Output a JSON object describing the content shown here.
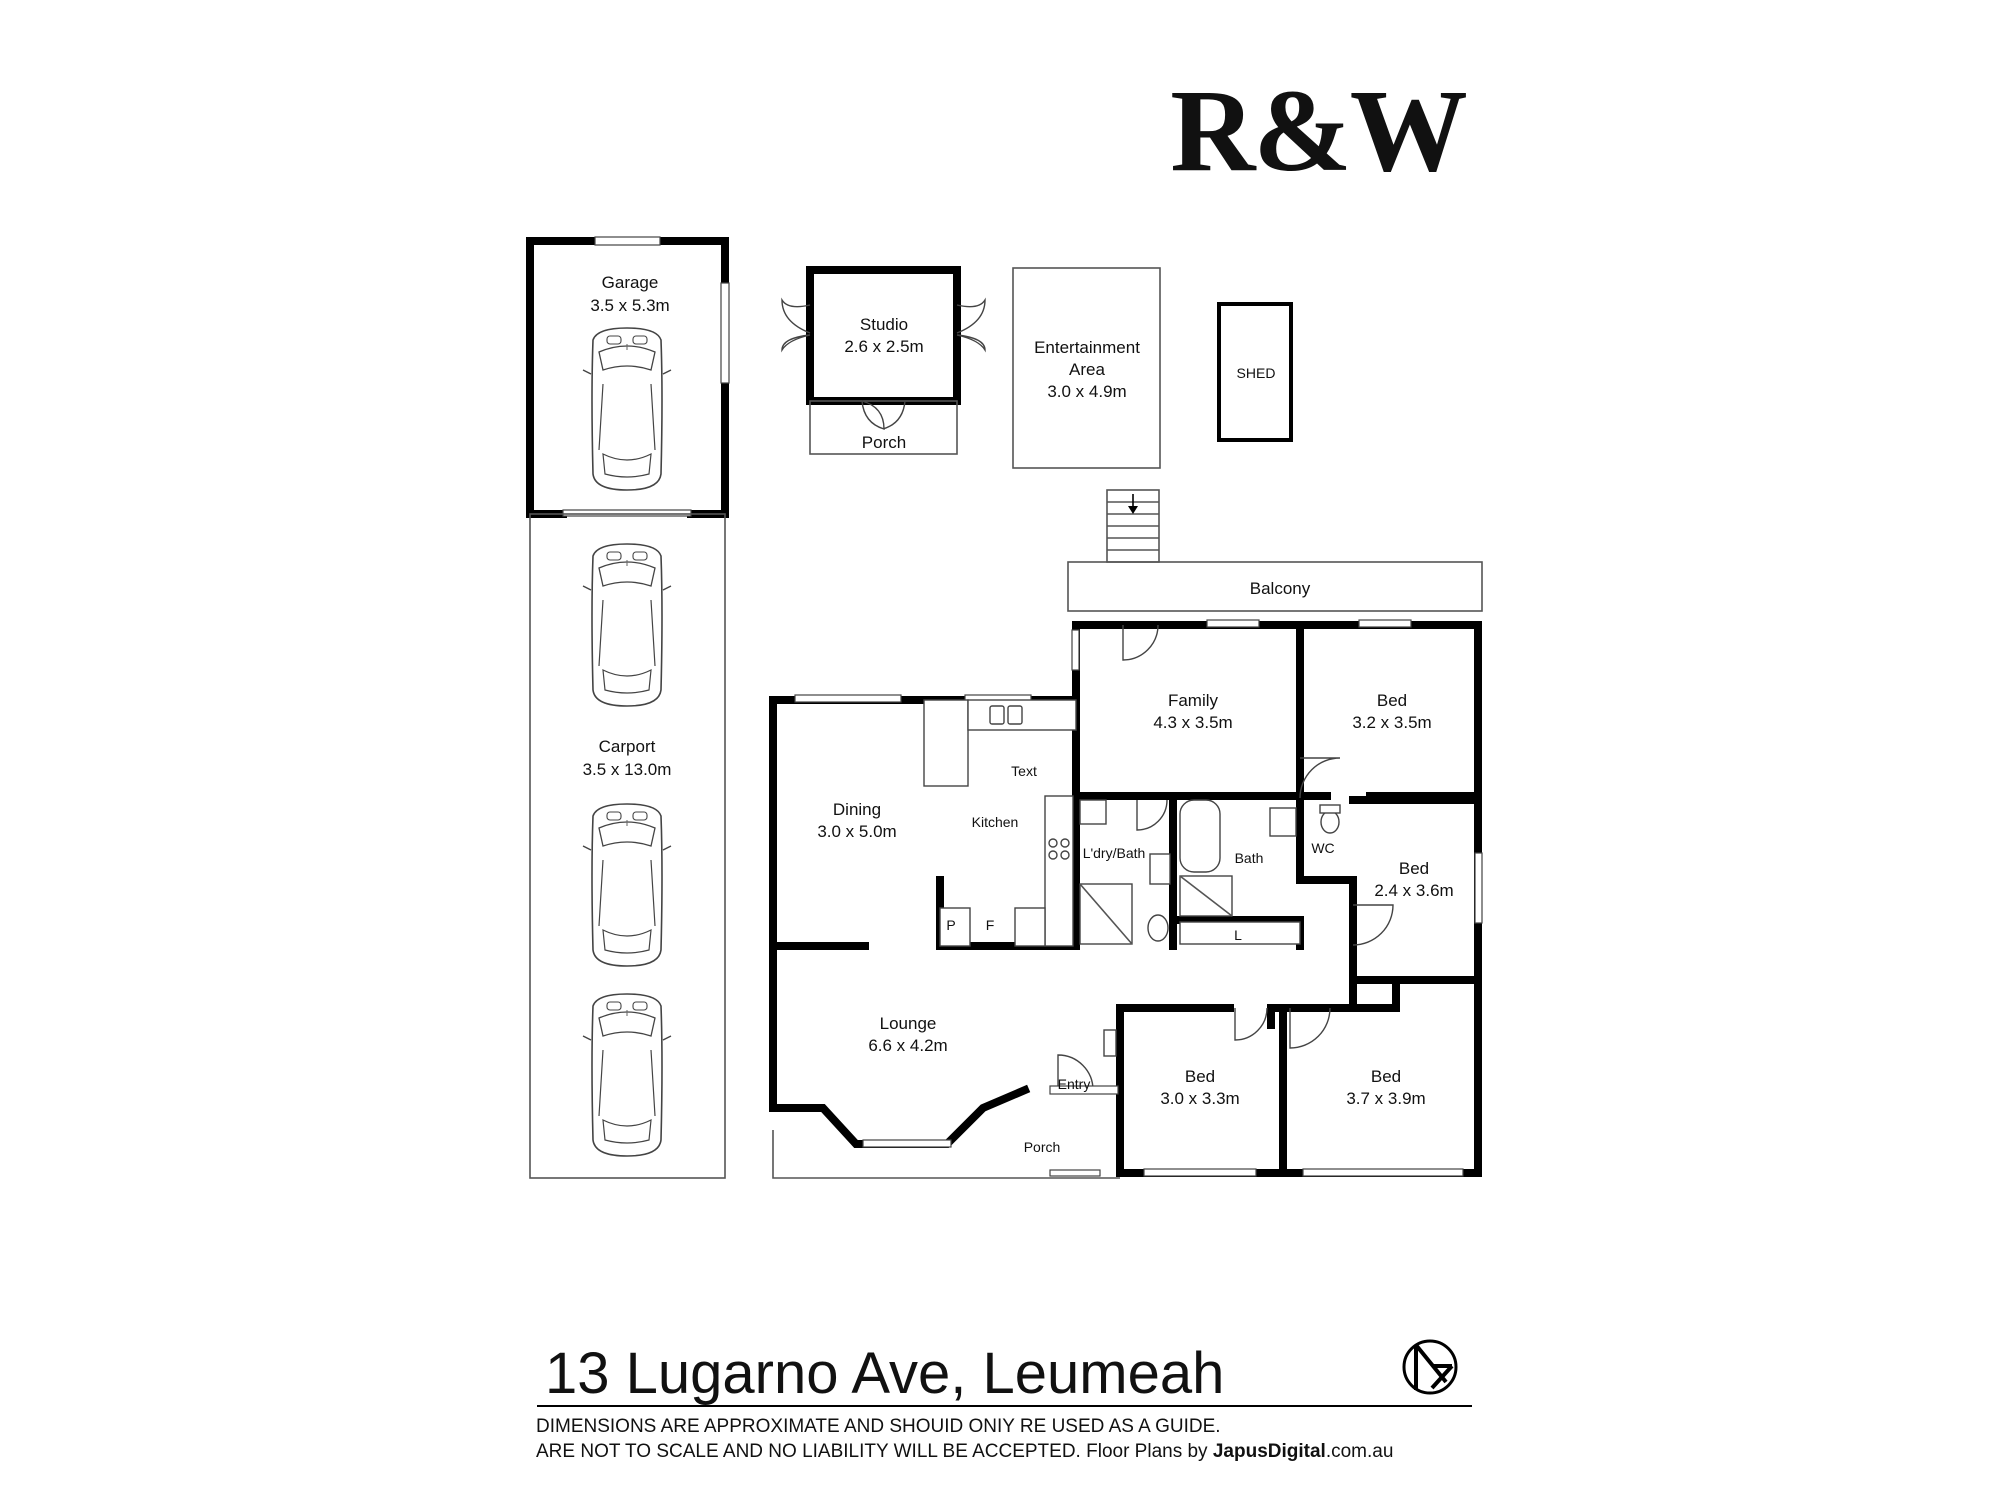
{
  "brand": {
    "logo_text": "R&W",
    "logo_color": "#c8102e"
  },
  "rooms": {
    "garage": {
      "name": "Garage",
      "dim": "3.5 x 5.3m"
    },
    "studio": {
      "name": "Studio",
      "dim": "2.6 x 2.5m"
    },
    "studio_porch": {
      "name": "Porch"
    },
    "entertainment": {
      "line1": "Entertainment",
      "line2": "Area",
      "dim": "3.0 x 4.9m"
    },
    "shed": {
      "name": "SHED"
    },
    "carport": {
      "name": "Carport",
      "dim": "3.5 x 13.0m"
    },
    "balcony": {
      "name": "Balcony"
    },
    "family": {
      "name": "Family",
      "dim": "4.3 x 3.5m"
    },
    "bed1": {
      "name": "Bed",
      "dim": "3.2 x 3.5m"
    },
    "dining": {
      "name": "Dining",
      "dim": "3.0 x 5.0m"
    },
    "kitchen": {
      "name": "Kitchen"
    },
    "text_label": "Text",
    "laundry": {
      "name": "L'dry/Bath"
    },
    "bath": {
      "name": "Bath"
    },
    "wc": {
      "name": "WC"
    },
    "bed2": {
      "name": "Bed",
      "dim": "2.4 x 3.6m"
    },
    "linen": "L",
    "pantry": "P",
    "fridge": "F",
    "lounge": {
      "name": "Lounge",
      "dim": "6.6 x 4.2m"
    },
    "entry": {
      "name": "Entry"
    },
    "porch": {
      "name": "Porch"
    },
    "bed3": {
      "name": "Bed",
      "dim": "3.0 x 3.3m"
    },
    "bed4": {
      "name": "Bed",
      "dim": "3.7 x 3.9m"
    }
  },
  "footer": {
    "address": "13 Lugarno Ave, Leumeah",
    "disclaimer_line1": "DIMENSIONS ARE APPROXIMATE AND SHOUID ONIY RE USED AS A GUIDE.",
    "disclaimer_line2_prefix": "ARE NOT TO SCALE AND NO LIABILITY WILL BE ACCEPTED. Floor Plans by ",
    "credit_bold": "JapusDigital",
    "credit_suffix": ".com.au",
    "compass_icon": "north-arrow-icon"
  }
}
